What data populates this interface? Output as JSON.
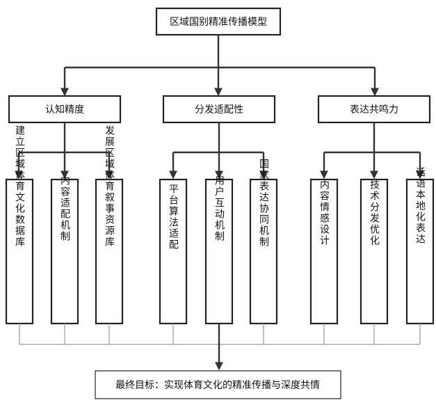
{
  "diagram": {
    "title": "区域国别精准传播模型",
    "categories": [
      {
        "label": "认知精度",
        "items": [
          "建立区域体育文化数据库",
          "内容适配机制",
          "发展区域体育叙事资源库"
        ]
      },
      {
        "label": "分发适配性",
        "items": [
          "平台算法适配",
          "用户互动机制",
          "国家表达协同机制"
        ]
      },
      {
        "label": "表达共鸣力",
        "items": [
          "内容情感设计",
          "技术分发优化",
          "话语本地化表达"
        ]
      }
    ],
    "goal": "最终目标：实现体育文化的精准传播与深度共情"
  }
}
